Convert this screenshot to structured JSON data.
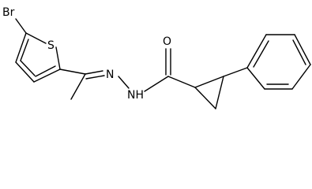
{
  "atoms": {
    "br": "Br",
    "s": "S",
    "n": "N",
    "nh": "NH",
    "o": "O"
  }
}
